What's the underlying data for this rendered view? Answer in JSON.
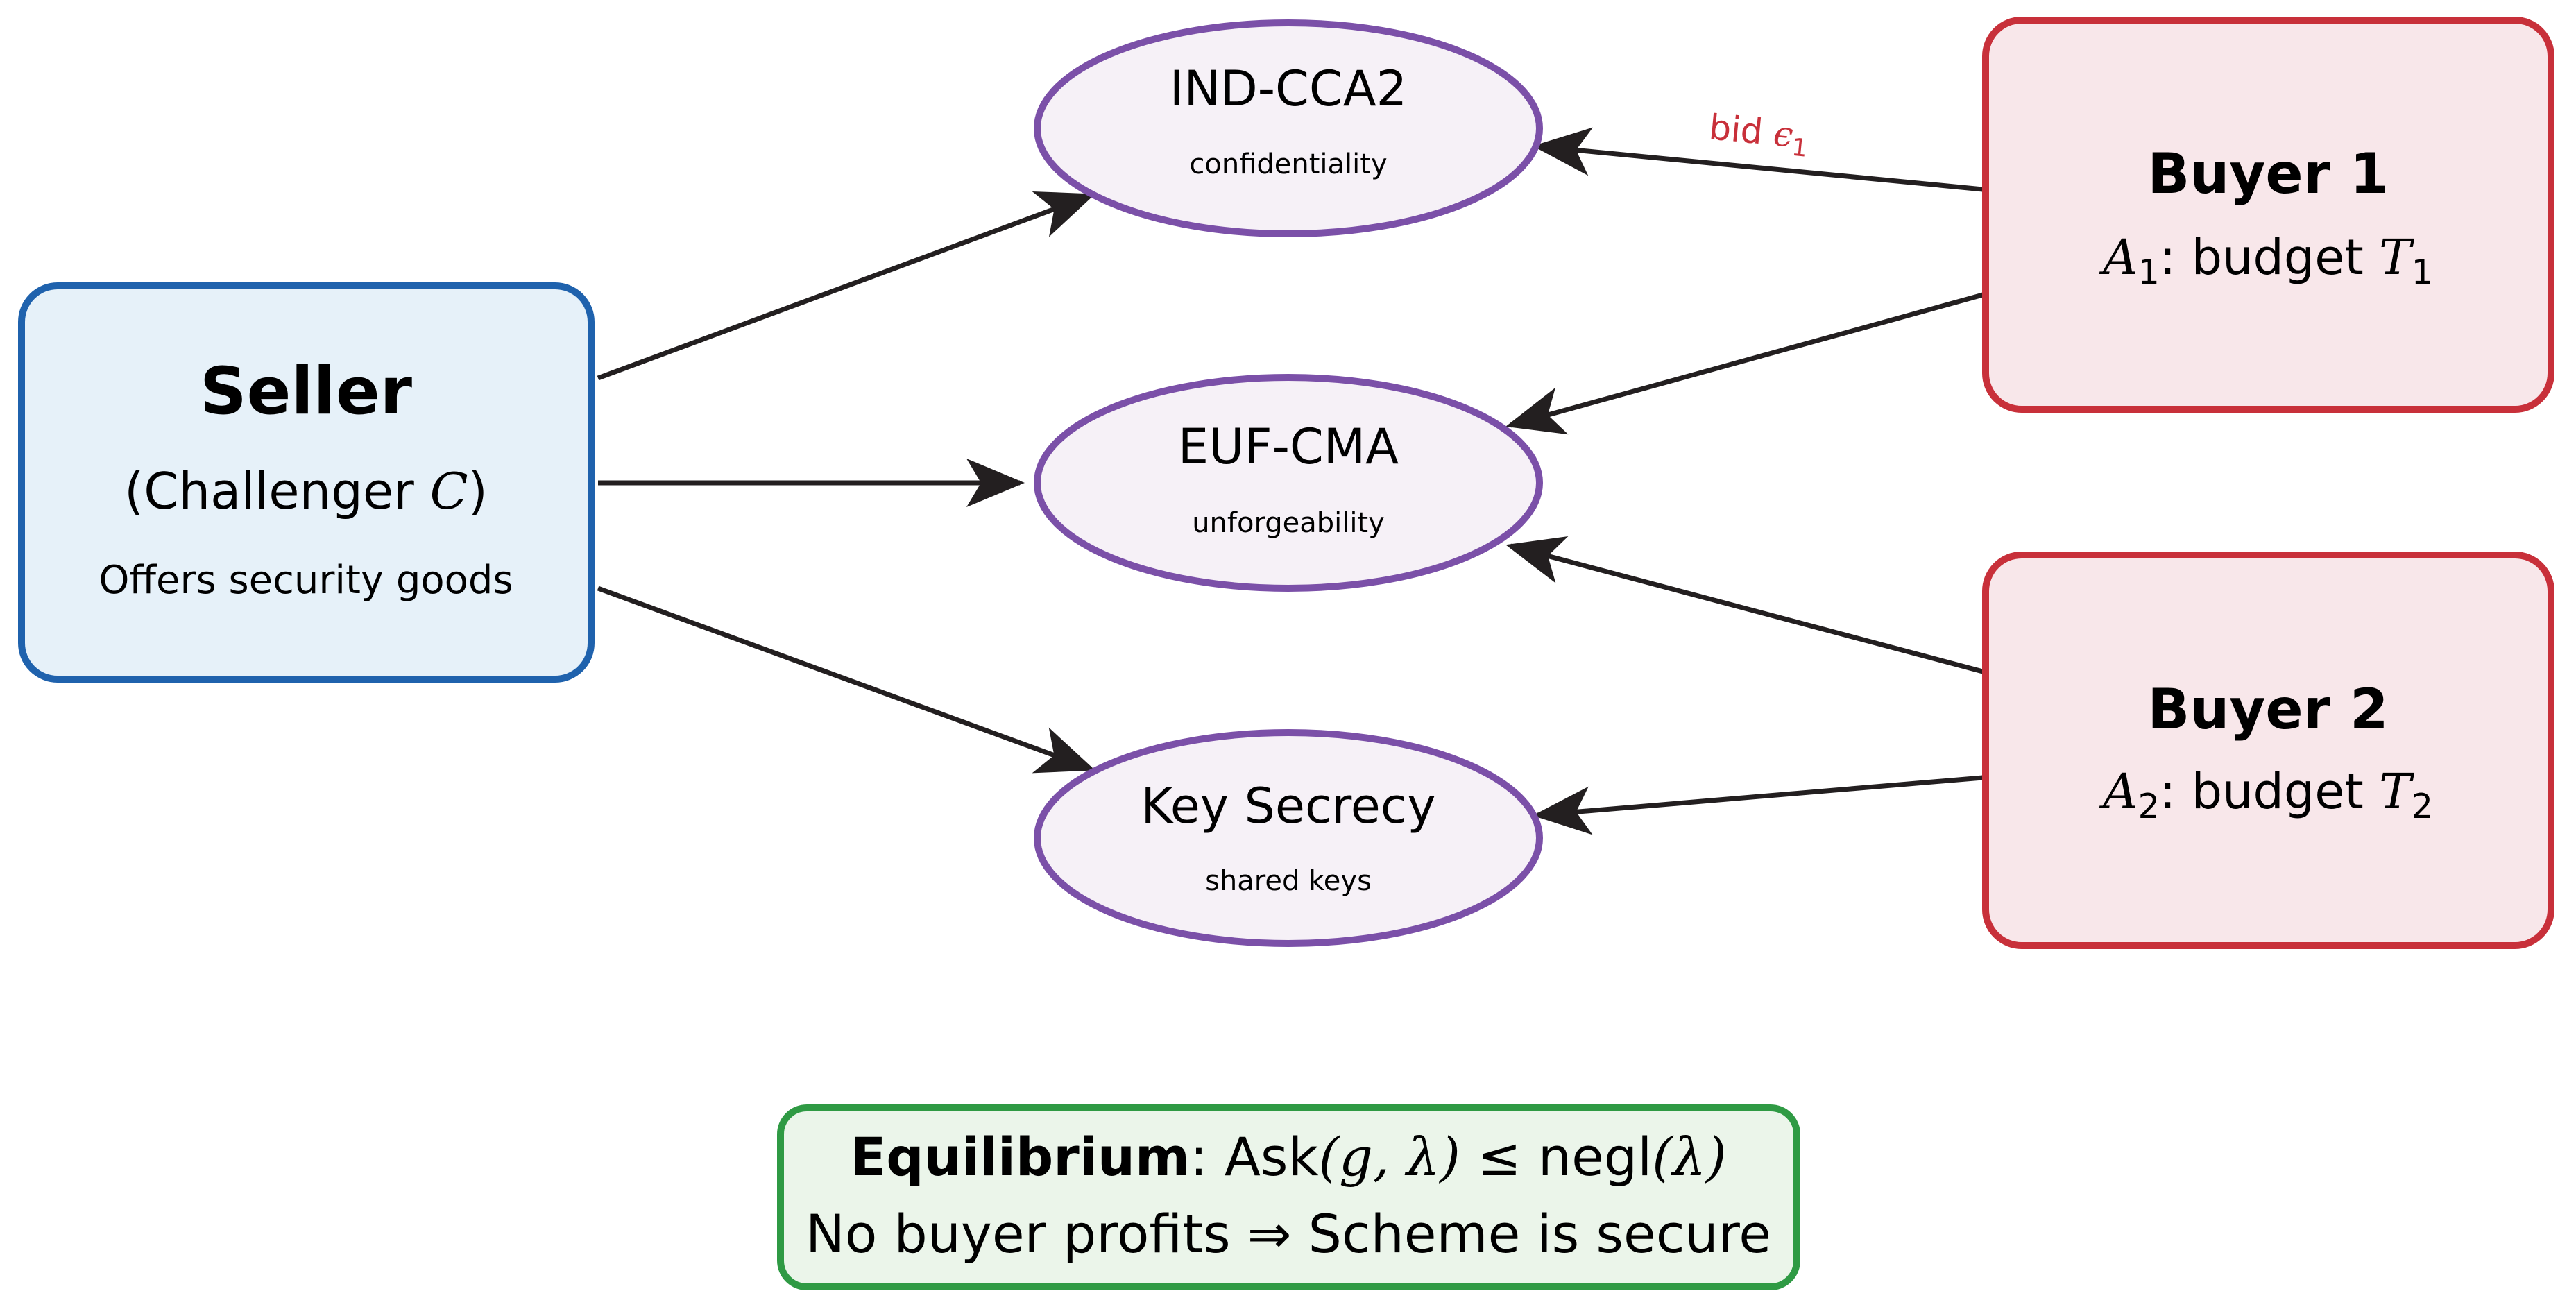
{
  "seller": {
    "title": "Seller",
    "role_prefix": "(Challenger ",
    "role_symbol": "C",
    "role_suffix": ")",
    "description": "Offers security goods"
  },
  "goods": [
    {
      "name": "IND-CCA2",
      "property": "confidentiality"
    },
    {
      "name": "EUF-CMA",
      "property": "unforgeability"
    },
    {
      "name": "Key Secrecy",
      "property": "shared keys"
    }
  ],
  "buyers": [
    {
      "title": "Buyer 1",
      "adversary_symbol": "A",
      "adversary_index": "1",
      "budget_prefix": ": budget ",
      "budget_symbol": "T",
      "budget_index": "1"
    },
    {
      "title": "Buyer 2",
      "adversary_symbol": "A",
      "adversary_index": "2",
      "budget_prefix": ": budget ",
      "budget_symbol": "T",
      "budget_index": "2"
    }
  ],
  "bid_label": {
    "prefix": "bid ",
    "symbol": "ϵ",
    "index": "1"
  },
  "equilibrium": {
    "label": "Equilibrium",
    "formula_prefix": ": Ask",
    "formula_args": "(g, λ)",
    "formula_relation": " ≤ negl",
    "formula_negl_arg": "(λ)",
    "conclusion": "No buyer profits ⇒ Scheme is secure"
  },
  "colors": {
    "seller_fill": "#e6f1f9",
    "seller_stroke": "#1f62ad",
    "good_fill": "#f6f1f7",
    "good_stroke": "#7b50a8",
    "buyer_fill": "#f8e7ea",
    "buyer_stroke": "#c8303a",
    "equilibrium_fill": "#ebf5ea",
    "equilibrium_stroke": "#2f9a44",
    "arrow": "#231f20",
    "bid_text": "#c8303a"
  }
}
